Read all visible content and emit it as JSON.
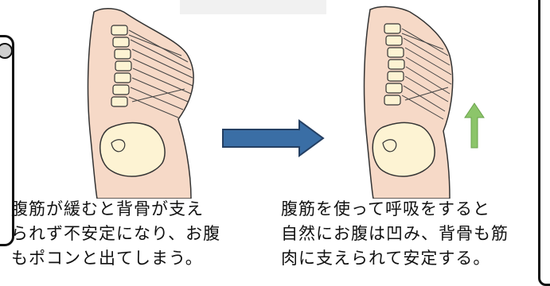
{
  "captions": {
    "left": [
      "腹筋が緩むと背骨が支え",
      "られず不安定になり、お腹",
      "もポコンと出てしまう。"
    ],
    "right": [
      "腹筋を使って呼吸をすると",
      "自然にお腹は凹み、背骨も筋",
      "肉に支えられて安定する。"
    ]
  },
  "colors": {
    "skin": "#f6d9c7",
    "bone": "#fdf3d3",
    "arrow_blue": "#3a6ea5",
    "arrow_green": "#8cc56a"
  },
  "icons": {
    "transition_arrow": "right-arrow-icon",
    "up_arrow": "up-arrow-icon"
  }
}
